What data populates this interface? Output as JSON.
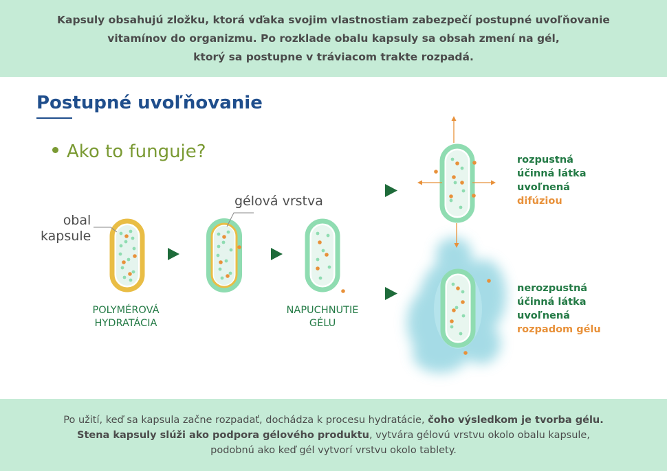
{
  "intro": {
    "line1": "Kapsuly obsahujú zložku, ktorá vďaka svojim vlastnostiam zabezpečí postupné uvoľňovanie",
    "line2": "vitamínov do organizmu. Po rozklade obalu kapsuly sa obsah zmení na gél,",
    "line3": "ktorý sa postupne v tráviacom trakte rozpadá."
  },
  "title": "Postupné uvoľňovanie",
  "question": "Ako to funguje?",
  "labels": {
    "capsule_shell_1": "obal",
    "capsule_shell_2": "kapsule",
    "gel_layer": "gélová vrstva"
  },
  "steps": {
    "hydration_1": "POLYMÉROVÁ",
    "hydration_2": "HYDRATÁCIA",
    "swelling_1": "NAPUCHNUTIE",
    "swelling_2": "GÉLU"
  },
  "results": {
    "soluble_1": "rozpustná",
    "soluble_2": "účinná látka",
    "soluble_3": "uvoľnená",
    "soluble_4": "difúziou",
    "insoluble_1": "nerozpustná",
    "insoluble_2": "účinná látka",
    "insoluble_3": "uvoľnená",
    "insoluble_4": "rozpadom gélu"
  },
  "footer": {
    "line1_a": "Po užití, keď sa kapsula začne rozpadať, dochádza k procesu hydratácie, ",
    "line1_b": "čoho výsledkom je tvorba gélu.",
    "line2_a": "Stena kapsuly slúži ako podpora gélového produktu",
    "line2_b": ", vytvára gélovú vrstvu okolo obalu kapsule,",
    "line3": "podobnú ako keď gél vytvorí vrstvu okolo tablety."
  },
  "colors": {
    "band": "#c5ebd6",
    "title": "#1f4e8c",
    "accent_green": "#7a9a33",
    "step_green": "#237a45",
    "orange": "#e8913a",
    "capsule_yellow": "#e9bd45",
    "capsule_mint": "#8fdcb1",
    "cloud_blue": "#8fd3e0"
  }
}
